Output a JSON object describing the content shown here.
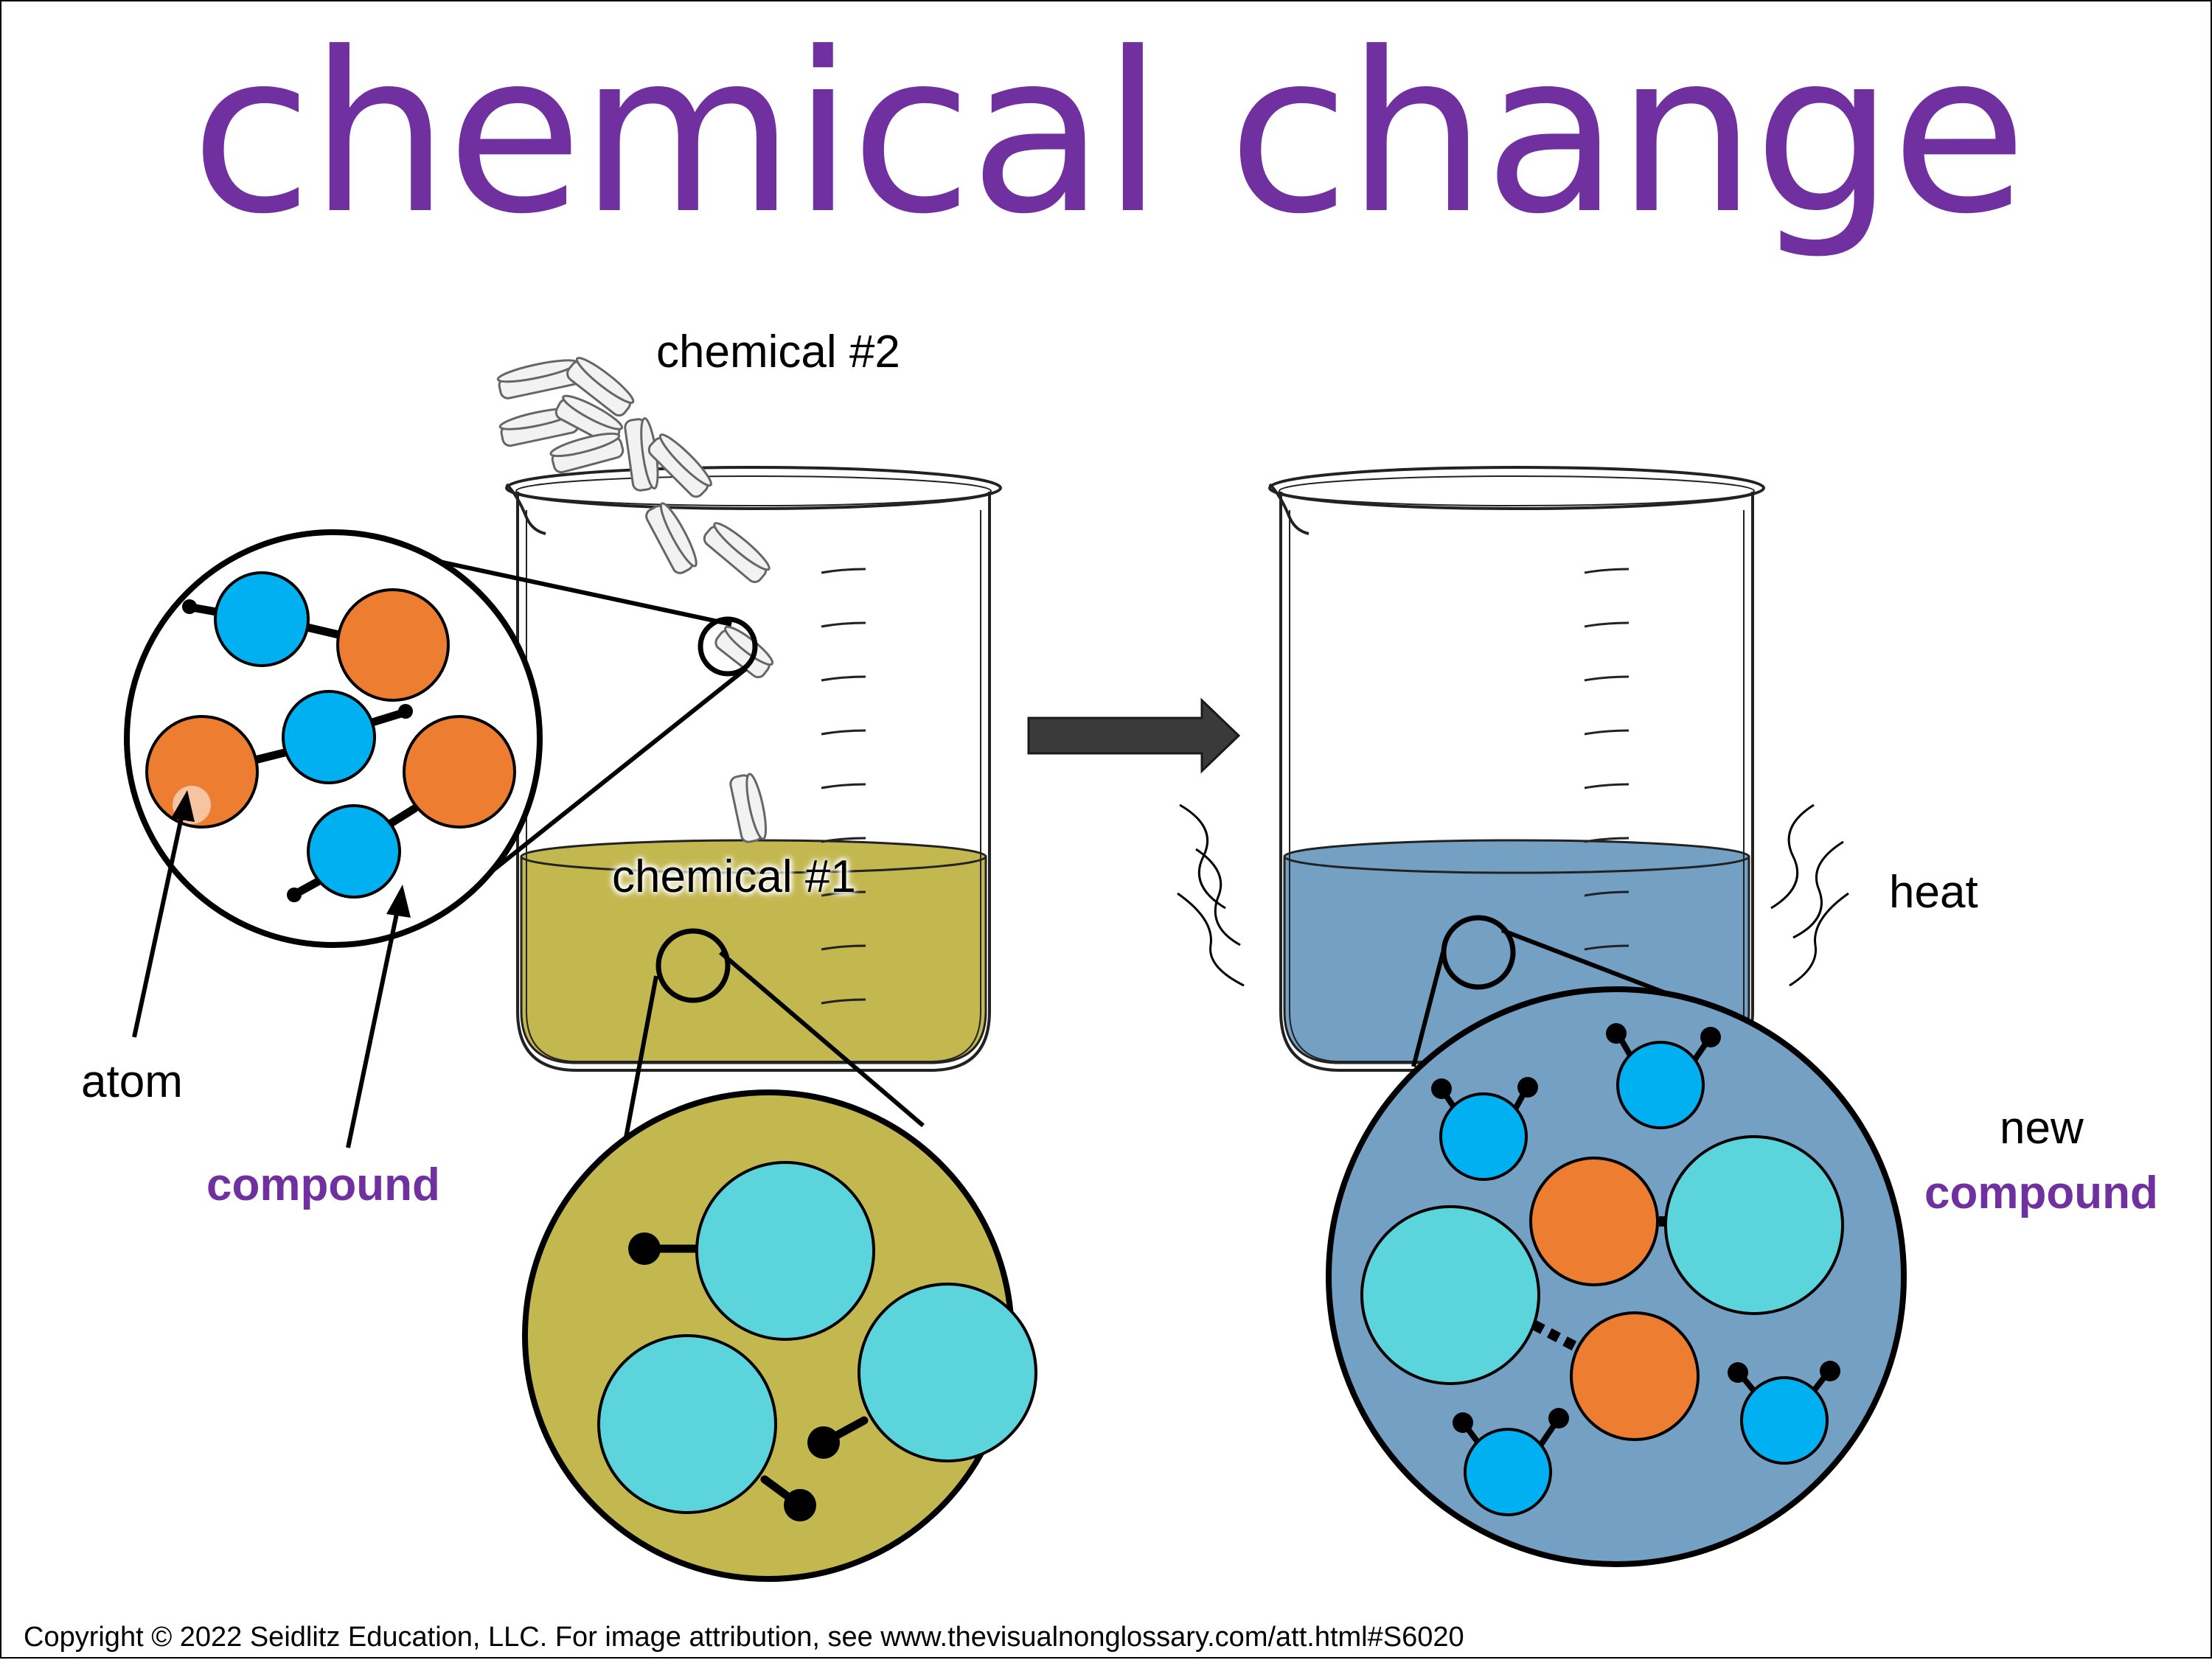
{
  "title": "chemical change",
  "labels": {
    "chemical2": "chemical #2",
    "chemical1": "chemical #1",
    "atom": "atom",
    "compound": "compound",
    "heat": "heat",
    "new": "new",
    "new_compound": "compound"
  },
  "copyright": "Copyright © 2022 Seidlitz Education, LLC.  For image attribution, see www.thevisualnonglossary.com/att.html#S6020",
  "colors": {
    "title": "#7030a0",
    "accent": "#7030a0",
    "liquid_before": "#c3b850",
    "liquid_after": "#74a0c4",
    "atom_orange": "#ed7d31",
    "atom_blue": "#00b0f0",
    "atom_cyan": "#5bd4dc",
    "arrow": "#3a3a3a"
  }
}
